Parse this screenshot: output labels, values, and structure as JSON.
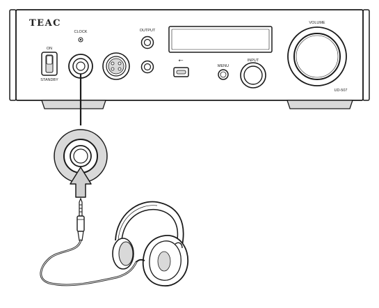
{
  "device": {
    "brand": "TEAC",
    "model": "UD-507",
    "labels": {
      "clock": "CLOCK",
      "output": "OUTPUT",
      "volume": "VOLUME",
      "on": "ON",
      "standby": "STANDBY",
      "menu": "MENU",
      "input": "INPUT"
    },
    "usb_symbol": "⭠"
  },
  "colors": {
    "line": "#1a1a1a",
    "fill": "#ffffff",
    "shade": "#d9d9d9",
    "arrow": "#cfcfcf"
  },
  "icons": [
    "power-switch-icon",
    "headphone-jack-icon",
    "xlr-jack-icon",
    "usb-icon",
    "arrow-up-icon",
    "headphones-icon",
    "phone-plug-icon"
  ]
}
